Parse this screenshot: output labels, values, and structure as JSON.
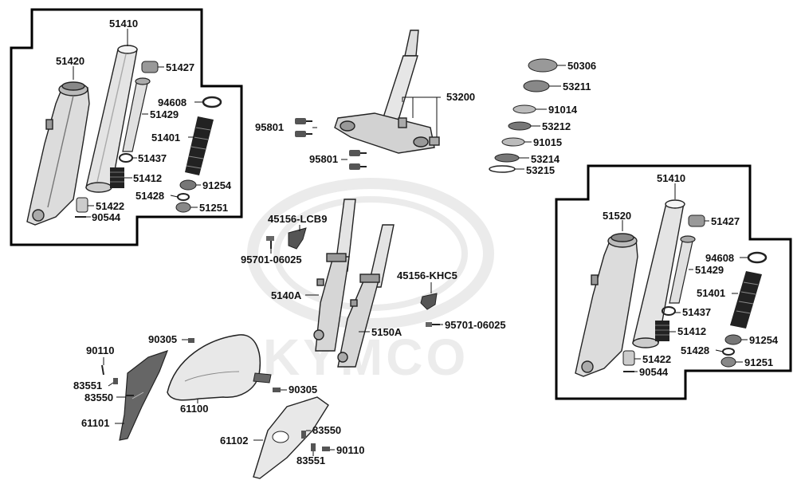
{
  "watermark": {
    "brand": "KYMCO"
  },
  "left_box": {
    "labels": {
      "fork_tube": "51410",
      "fork_body": "51420",
      "cap": "51427",
      "pipe": "51429",
      "o_ring": "94608",
      "spring": "51401",
      "washer": "51437",
      "rebound_spring": "51412",
      "oil_seal": "91254",
      "stopper_ring": "51428",
      "dust_seal": "51251",
      "bolt_piece": "51422",
      "small_bolt": "90544"
    }
  },
  "right_box": {
    "labels": {
      "fork_tube": "51410",
      "fork_body": "51520",
      "cap": "51427",
      "pipe": "51429",
      "o_ring": "94608",
      "spring": "51401",
      "washer": "51437",
      "rebound_spring": "51412",
      "oil_seal": "91254",
      "stopper_ring": "51428",
      "dust_seal": "91251",
      "bolt_piece": "51422",
      "small_bolt": "90544"
    }
  },
  "steering": {
    "stem": "53200",
    "bolts_upper": "95801",
    "bolts_lower": "95801",
    "nut_top": "50306",
    "nut_adjust": "53211",
    "race_top": "91014",
    "cone_upper": "53212",
    "race_lower": "91015",
    "cone_lower": "53214",
    "dust_seal": "53215"
  },
  "center_forks": {
    "bracket_left": "45156-LCB9",
    "screw_left": "95701-06025",
    "fork_left": "5140A",
    "bracket_right": "45156-KHC5",
    "fork_right": "5150A",
    "screw_right": "95701-06025"
  },
  "fender_group": {
    "bolt_top": "90305",
    "clip_left": "90110",
    "screw_a_left": "83551",
    "screw_b_left": "83550",
    "side_cover_left": "61101",
    "fender": "61100",
    "bolt_right": "90305",
    "cover_right": "61102",
    "screw_b_right": "83550",
    "clip_right": "90110",
    "screw_a_right": "83551"
  }
}
